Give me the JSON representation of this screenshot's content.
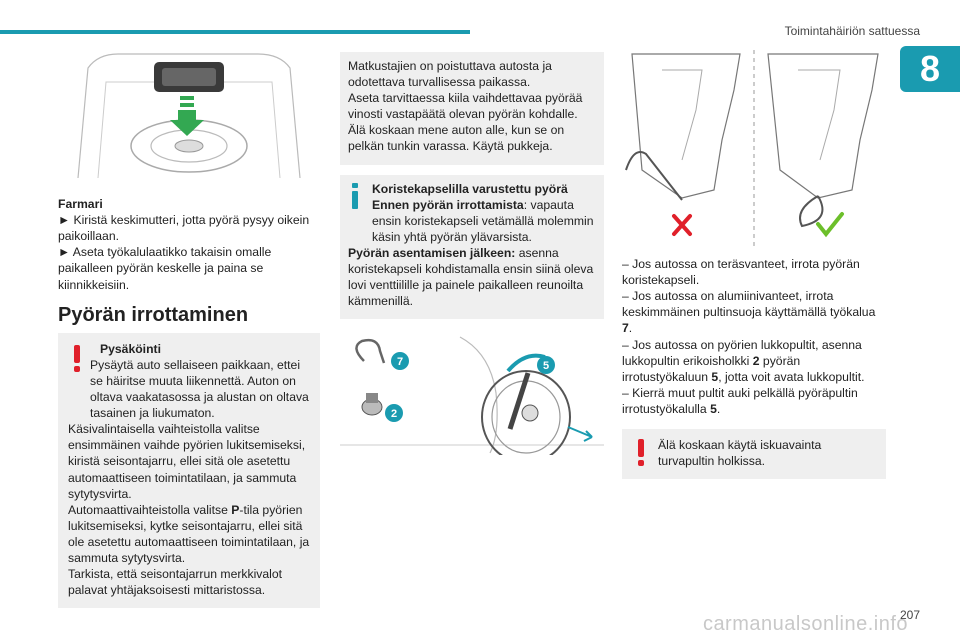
{
  "header": {
    "title": "Toimintahäiriön sattuessa",
    "chapter": "8"
  },
  "col1": {
    "car_label": "Farmari",
    "step1": "► Kiristä keskimutteri, jotta pyörä pysyy oikein paikoillaan.",
    "step2": "► Aseta työkalulaatikko takaisin omalle paikalleen pyörän keskelle ja paina se kiinnikkeisiin.",
    "heading": "Pyörän irrottaminen",
    "warn_title": "Pysäköinti",
    "warn_lines": [
      "Pysäytä auto sellaiseen paikkaan, ettei se häiritse muuta liikennettä. Auton on oltava vaakatasossa ja alustan on oltava tasainen ja liukumaton.",
      "Käsivalintaisella vaihteistolla valitse ensimmäinen vaihde pyörien lukitsemiseksi, kiristä seisontajarru, ellei sitä ole asetettu automaattiseen toimintatilaan, ja sammuta sytytysvirta.",
      "Automaattivaihteistolla valitse ",
      "P",
      "-tila pyörien lukitsemiseksi, kytke seisontajarru, ellei sitä ole asetettu automaattiseen toimintatilaan, ja sammuta sytytysvirta.",
      "Tarkista, että seisontajarrun merkkivalot palavat yhtäjaksoisesti mittaristossa."
    ]
  },
  "col2": {
    "box1": "Matkustajien on poistuttava autosta ja odotettava turvallisessa paikassa.\nAseta tarvittaessa kiila vaihdettavaa pyörää vinosti vastapäätä olevan pyörän kohdalle.\nÄlä koskaan mene auton alle, kun se on pelkän tunkin varassa. Käytä pukkeja.",
    "info_title": "Koristekapselilla varustettu pyörä Ennen pyörän irrottamista",
    "info_text": ": vapauta ensin koristekapseli vetämällä molemmin käsin yhtä pyörän ylävarsista.",
    "info_title2": "Pyörän asentamisen jälkeen:",
    "info_text2": " asenna koristekapseli kohdistamalla ensin siinä oleva lovi venttiilille ja painele paikalleen reunoilta kämmenillä.",
    "callouts": [
      "7",
      "2",
      "5"
    ]
  },
  "col3": {
    "line1": "– Jos autossa on teräsvanteet, irrota pyörän koristekapseli.",
    "line2": "– Jos autossa on alumiinivanteet, irrota keskimmäinen pultinsuoja käyttämällä työkalua ",
    "line2_num": "7",
    "line2_end": ".",
    "line3a": "– Jos autossa on pyörien lukkopultit, asenna lukkopultin erikoisholkki ",
    "line3_num1": "2",
    "line3b": " pyörän irrotustyökaluun ",
    "line3_num2": "5",
    "line3c": ", jotta voit avata lukkopultit.",
    "line4a": "– Kierrä muut pultit auki pelkällä pyöräpultin irrotustyökalulla ",
    "line4_num": "5",
    "line4_end": ".",
    "warn": "Älä koskaan käytä iskuavainta turvapultin holkissa."
  },
  "footer": {
    "page": "207",
    "watermark": "carmanualsonline.info"
  },
  "colors": {
    "accent": "#1a9bb0",
    "warn": "#e0202a",
    "ok": "#6cbf2a",
    "box": "#efefef"
  }
}
